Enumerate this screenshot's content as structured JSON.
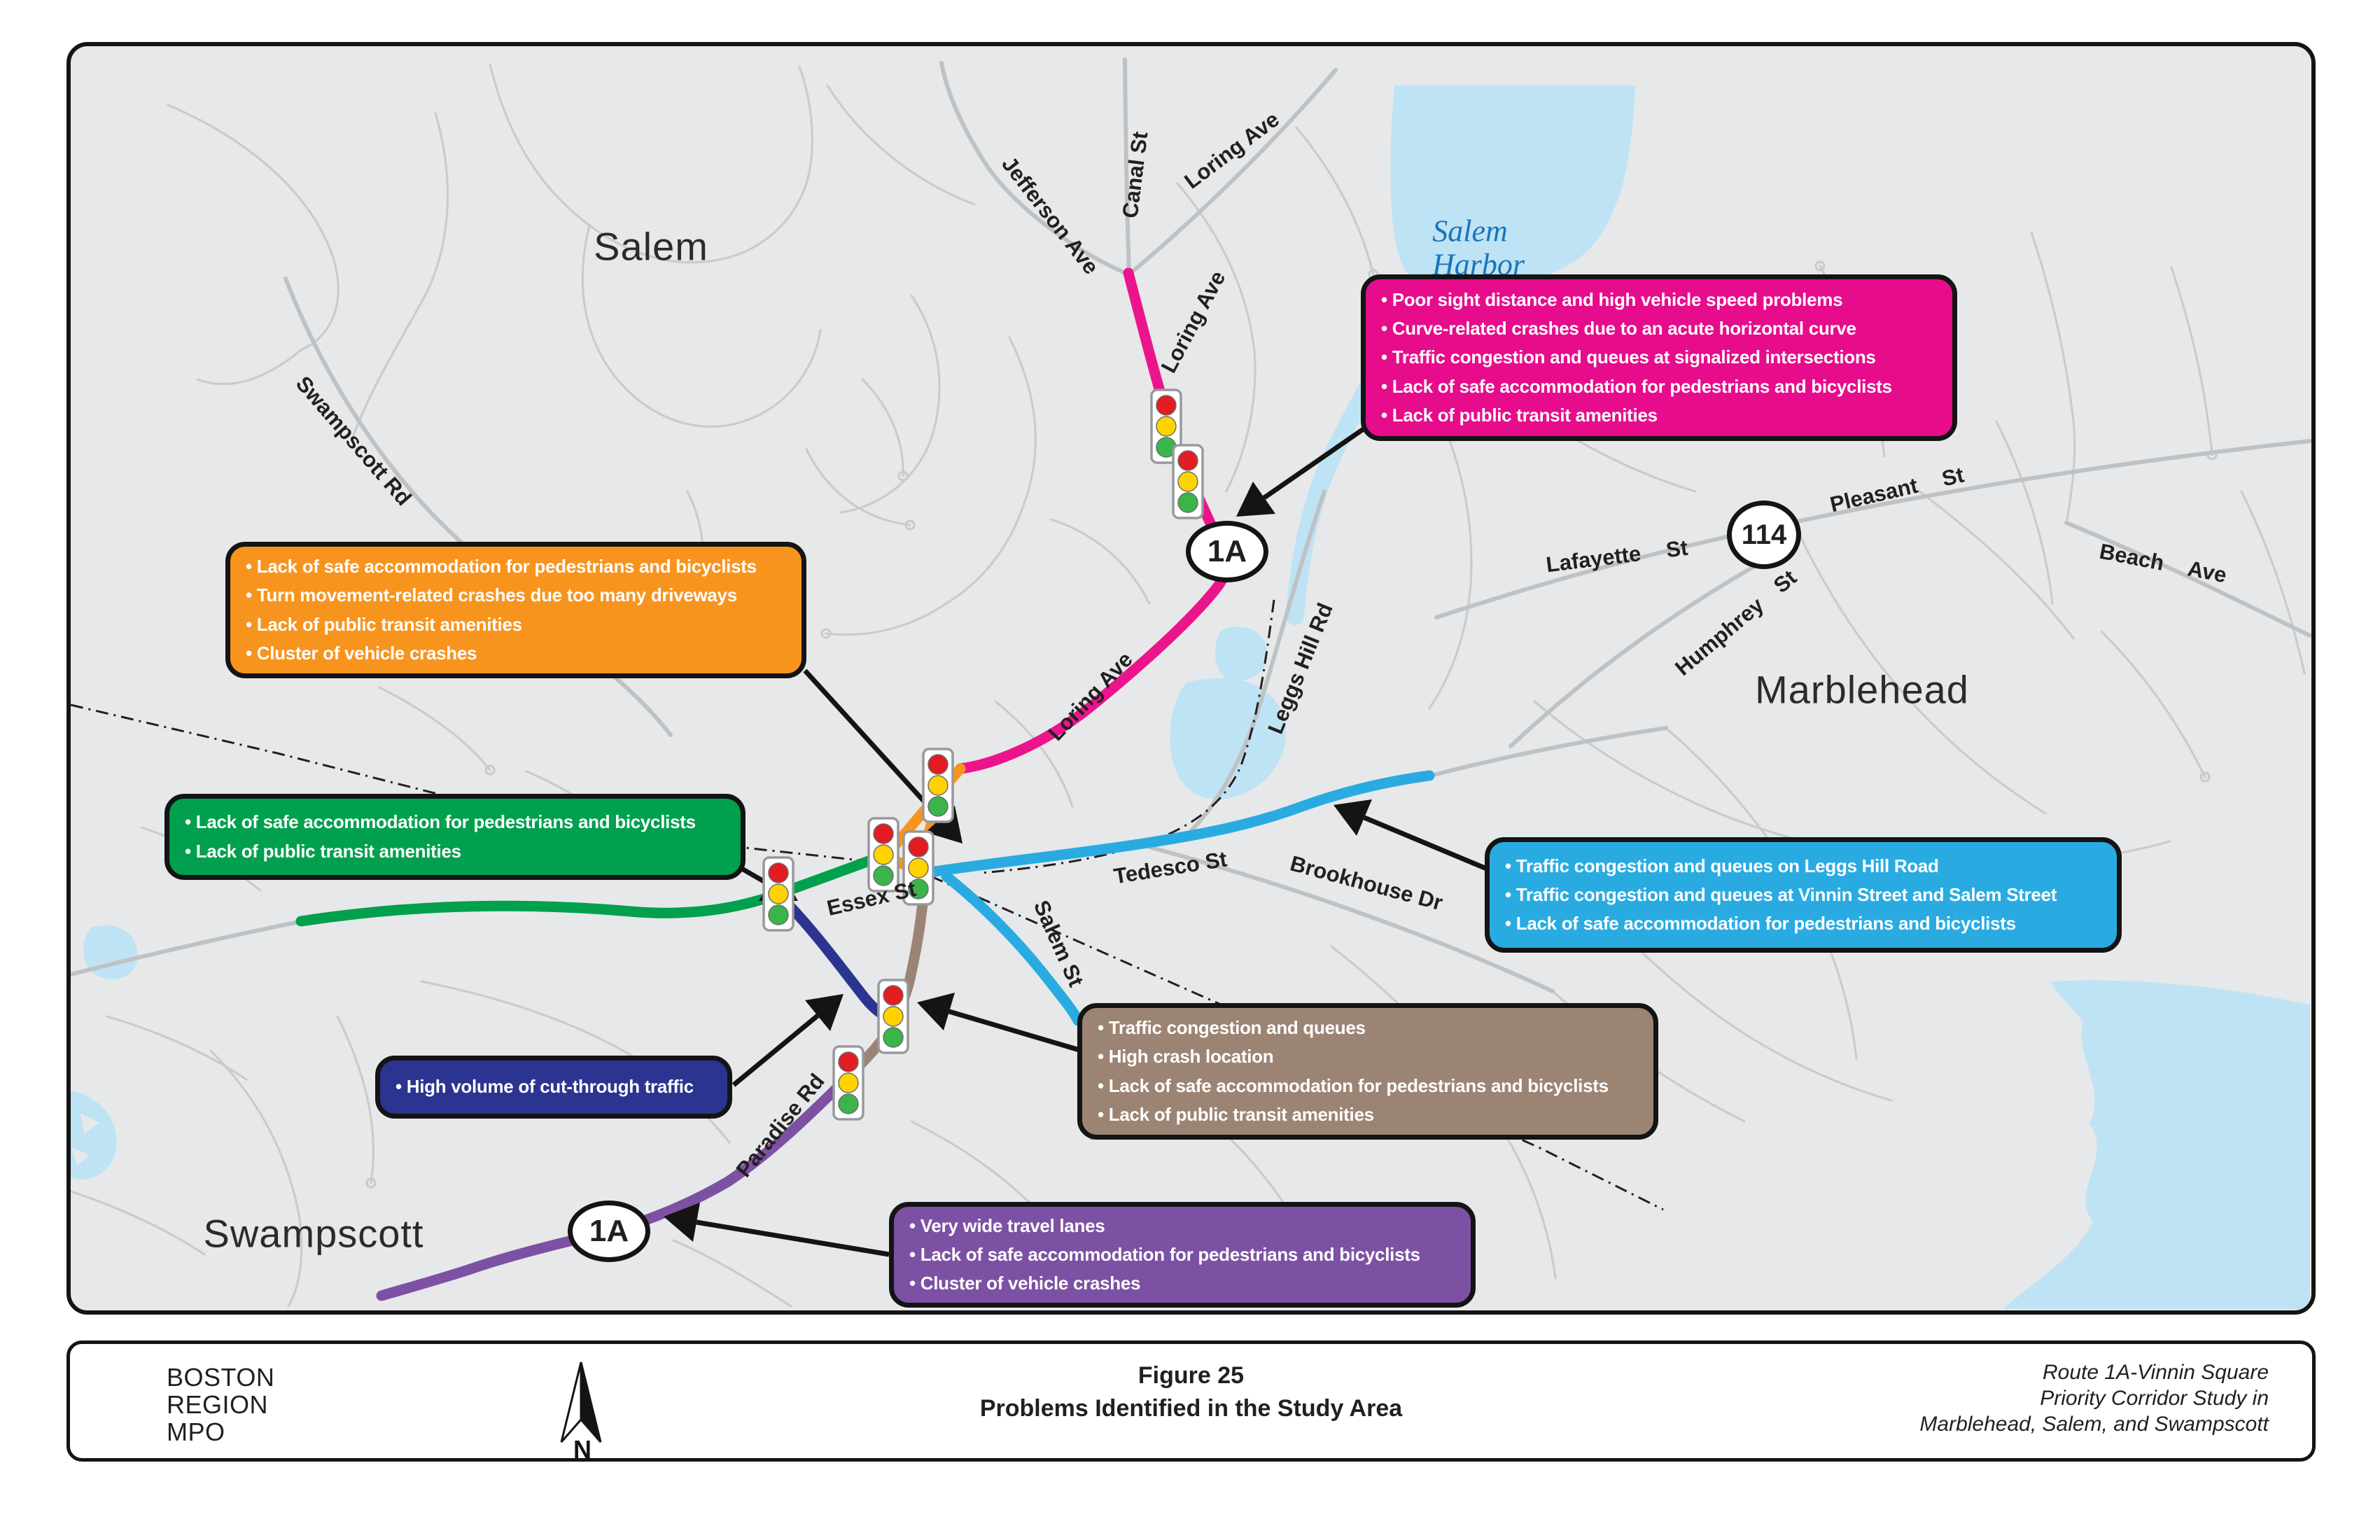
{
  "figure": {
    "number": "Figure 25",
    "title": "Problems Identified in the Study Area"
  },
  "footer": {
    "org_lines": [
      "BOSTON",
      "REGION",
      "MPO"
    ],
    "north_label": "N",
    "study_lines": [
      "Route 1A-Vinnin Square",
      "Priority Corridor Study in",
      "Marblehead, Salem, and Swampscott"
    ]
  },
  "towns": {
    "salem": "Salem",
    "marblehead": "Marblehead",
    "swampscott": "Swampscott"
  },
  "water": {
    "salem_harbor_line1": "Salem",
    "salem_harbor_line2": "Harbor"
  },
  "shields": {
    "route_1a": "1A",
    "route_114": "114"
  },
  "streets": {
    "jefferson_ave": "Jefferson Ave",
    "canal_st": "Canal St",
    "loring_ave": "Loring Ave",
    "swampscott_rd": "Swampscott Rd",
    "essex_st": "Essex St",
    "tedesco_st": "Tedesco St",
    "salem_st": "Salem St",
    "brookhouse_dr": "Brookhouse Dr",
    "leggs_hill_rd": "Leggs Hill Rd",
    "paradise_rd": "Paradise Rd",
    "lafayette_st": "Lafayette St",
    "pleasant_st": "Pleasant St",
    "beach_ave": "Beach Ave",
    "humphrey_st": "Humphrey St"
  },
  "callouts": {
    "pink": {
      "color": "#E70C8C",
      "bullets": [
        "Poor sight distance and high vehicle speed problems",
        "Curve-related crashes due to an acute horizontal curve",
        "Traffic congestion and queues at signalized intersections",
        "Lack of safe accommodation for pedestrians and bicyclists",
        "Lack of public transit amenities"
      ]
    },
    "orange": {
      "color": "#F7941E",
      "bullets": [
        "Lack of safe accommodation for pedestrians and bicyclists",
        "Turn movement-related crashes due too many driveways",
        "Lack of public transit amenities",
        "Cluster of vehicle crashes"
      ]
    },
    "green": {
      "color": "#00A04E",
      "bullets": [
        "Lack of safe accommodation for pedestrians and bicyclists",
        "Lack of public transit amenities"
      ]
    },
    "blue": {
      "color": "#29ABE2",
      "bullets": [
        "Traffic congestion and queues on Leggs Hill Road",
        "Traffic congestion and queues at Vinnin Street and Salem Street",
        "Lack of safe accommodation for pedestrians and bicyclists"
      ]
    },
    "navy": {
      "color": "#2B3490",
      "bullets": [
        "High volume of cut-through traffic"
      ]
    },
    "brown": {
      "color": "#9C8475",
      "bullets": [
        "Traffic congestion and queues",
        "High crash location",
        "Lack of safe accommodation for pedestrians and bicyclists",
        "Lack of public transit amenities"
      ]
    },
    "purple": {
      "color": "#7C51A3",
      "bullets": [
        "Very wide travel lanes",
        "Lack of safe accommodation for pedestrians and bicyclists",
        "Cluster of vehicle crashes"
      ]
    }
  }
}
